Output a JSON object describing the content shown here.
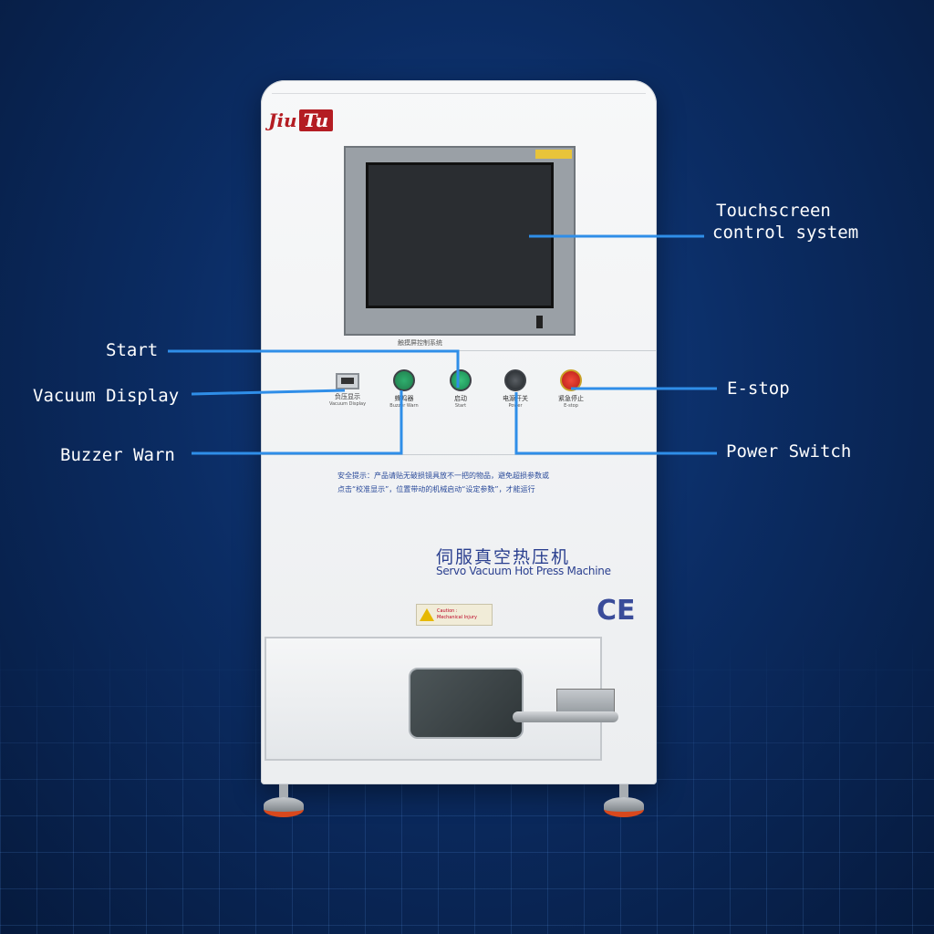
{
  "labels": {
    "touchscreen_line1": "Touchscreen",
    "touchscreen_line2": "control system",
    "start": "Start",
    "vacuum_display": "Vacuum Display",
    "buzzer_warn": "Buzzer Warn",
    "estop": "E-stop",
    "power_switch": "Power Switch"
  },
  "machine": {
    "brand_left": "Jiu",
    "brand_right": "Tu",
    "screen_caption": "触摸屏控制系统",
    "controls": [
      {
        "cn": "负压显示",
        "en": "Vacuum Display",
        "color": "#8a8f95",
        "icon": "vacuum-gauge-icon"
      },
      {
        "cn": "蜂鸣器",
        "en": "Buzzer Warn",
        "color": "#1f7a4a",
        "icon": "buzzer-light-icon"
      },
      {
        "cn": "启动",
        "en": "Start",
        "color": "#178a52",
        "icon": "start-button-icon"
      },
      {
        "cn": "电源开关",
        "en": "Power",
        "color": "#202428",
        "icon": "power-switch-icon"
      },
      {
        "cn": "紧急停止",
        "en": "E-stop",
        "color": "#d62a22",
        "icon": "estop-button-icon"
      }
    ],
    "safety_line1": "安全提示：产品请贴无破损镜具放不一把的物品，避免超损参数或",
    "safety_line2": "点击“校准显示”，位置带动的机械启动“设定参数”，才能运行",
    "title_cn": "伺服真空热压机",
    "title_en": "Servo Vacuum Hot Press Machine",
    "ce_mark": "CE",
    "caution_line1": "Caution :",
    "caution_line2": "Mechanical Injury"
  },
  "colors": {
    "background": "#0b2c63",
    "accent_line": "#2f8ee8",
    "brand_red": "#b41d23"
  }
}
